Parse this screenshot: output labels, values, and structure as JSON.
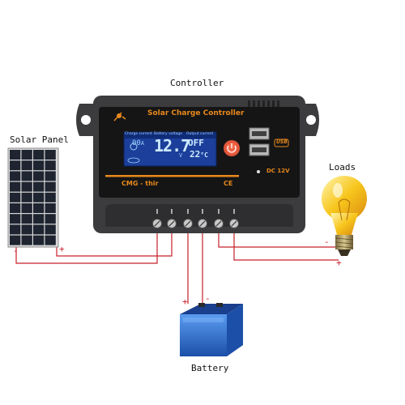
{
  "labels": {
    "controller": "Controller",
    "solar_panel": "Solar Panel",
    "loads": "Loads",
    "battery": "Battery"
  },
  "device": {
    "title": "Solar Charge Controller",
    "display_headers": {
      "current": "Charge current",
      "voltage": "Battery voltage",
      "output": "Output current"
    },
    "readings": {
      "current": "00",
      "current_unit": "A",
      "voltage": "12.7",
      "voltage_unit": "V",
      "output_status": "OFF",
      "temperature": "22",
      "temperature_unit": "°C"
    },
    "model": "CMG - thir",
    "ce_mark": "CE",
    "usb_label": "USB",
    "dc_label": "DC 12V"
  },
  "polarity": {
    "minus": "-",
    "plus": "+"
  },
  "colors": {
    "wire": "#c8202a",
    "housing": "#3c3c3e",
    "face": "#151516",
    "accent": "#e8891c",
    "lcd": "#1b3f9a",
    "battery": "#2f73d6",
    "bulb": "#f7c51c"
  },
  "icons": [
    "sun-icon",
    "power-button-icon",
    "usb-icon",
    "terminal-screw-icon",
    "solar-panel-icon",
    "bulb-icon",
    "battery-icon"
  ]
}
